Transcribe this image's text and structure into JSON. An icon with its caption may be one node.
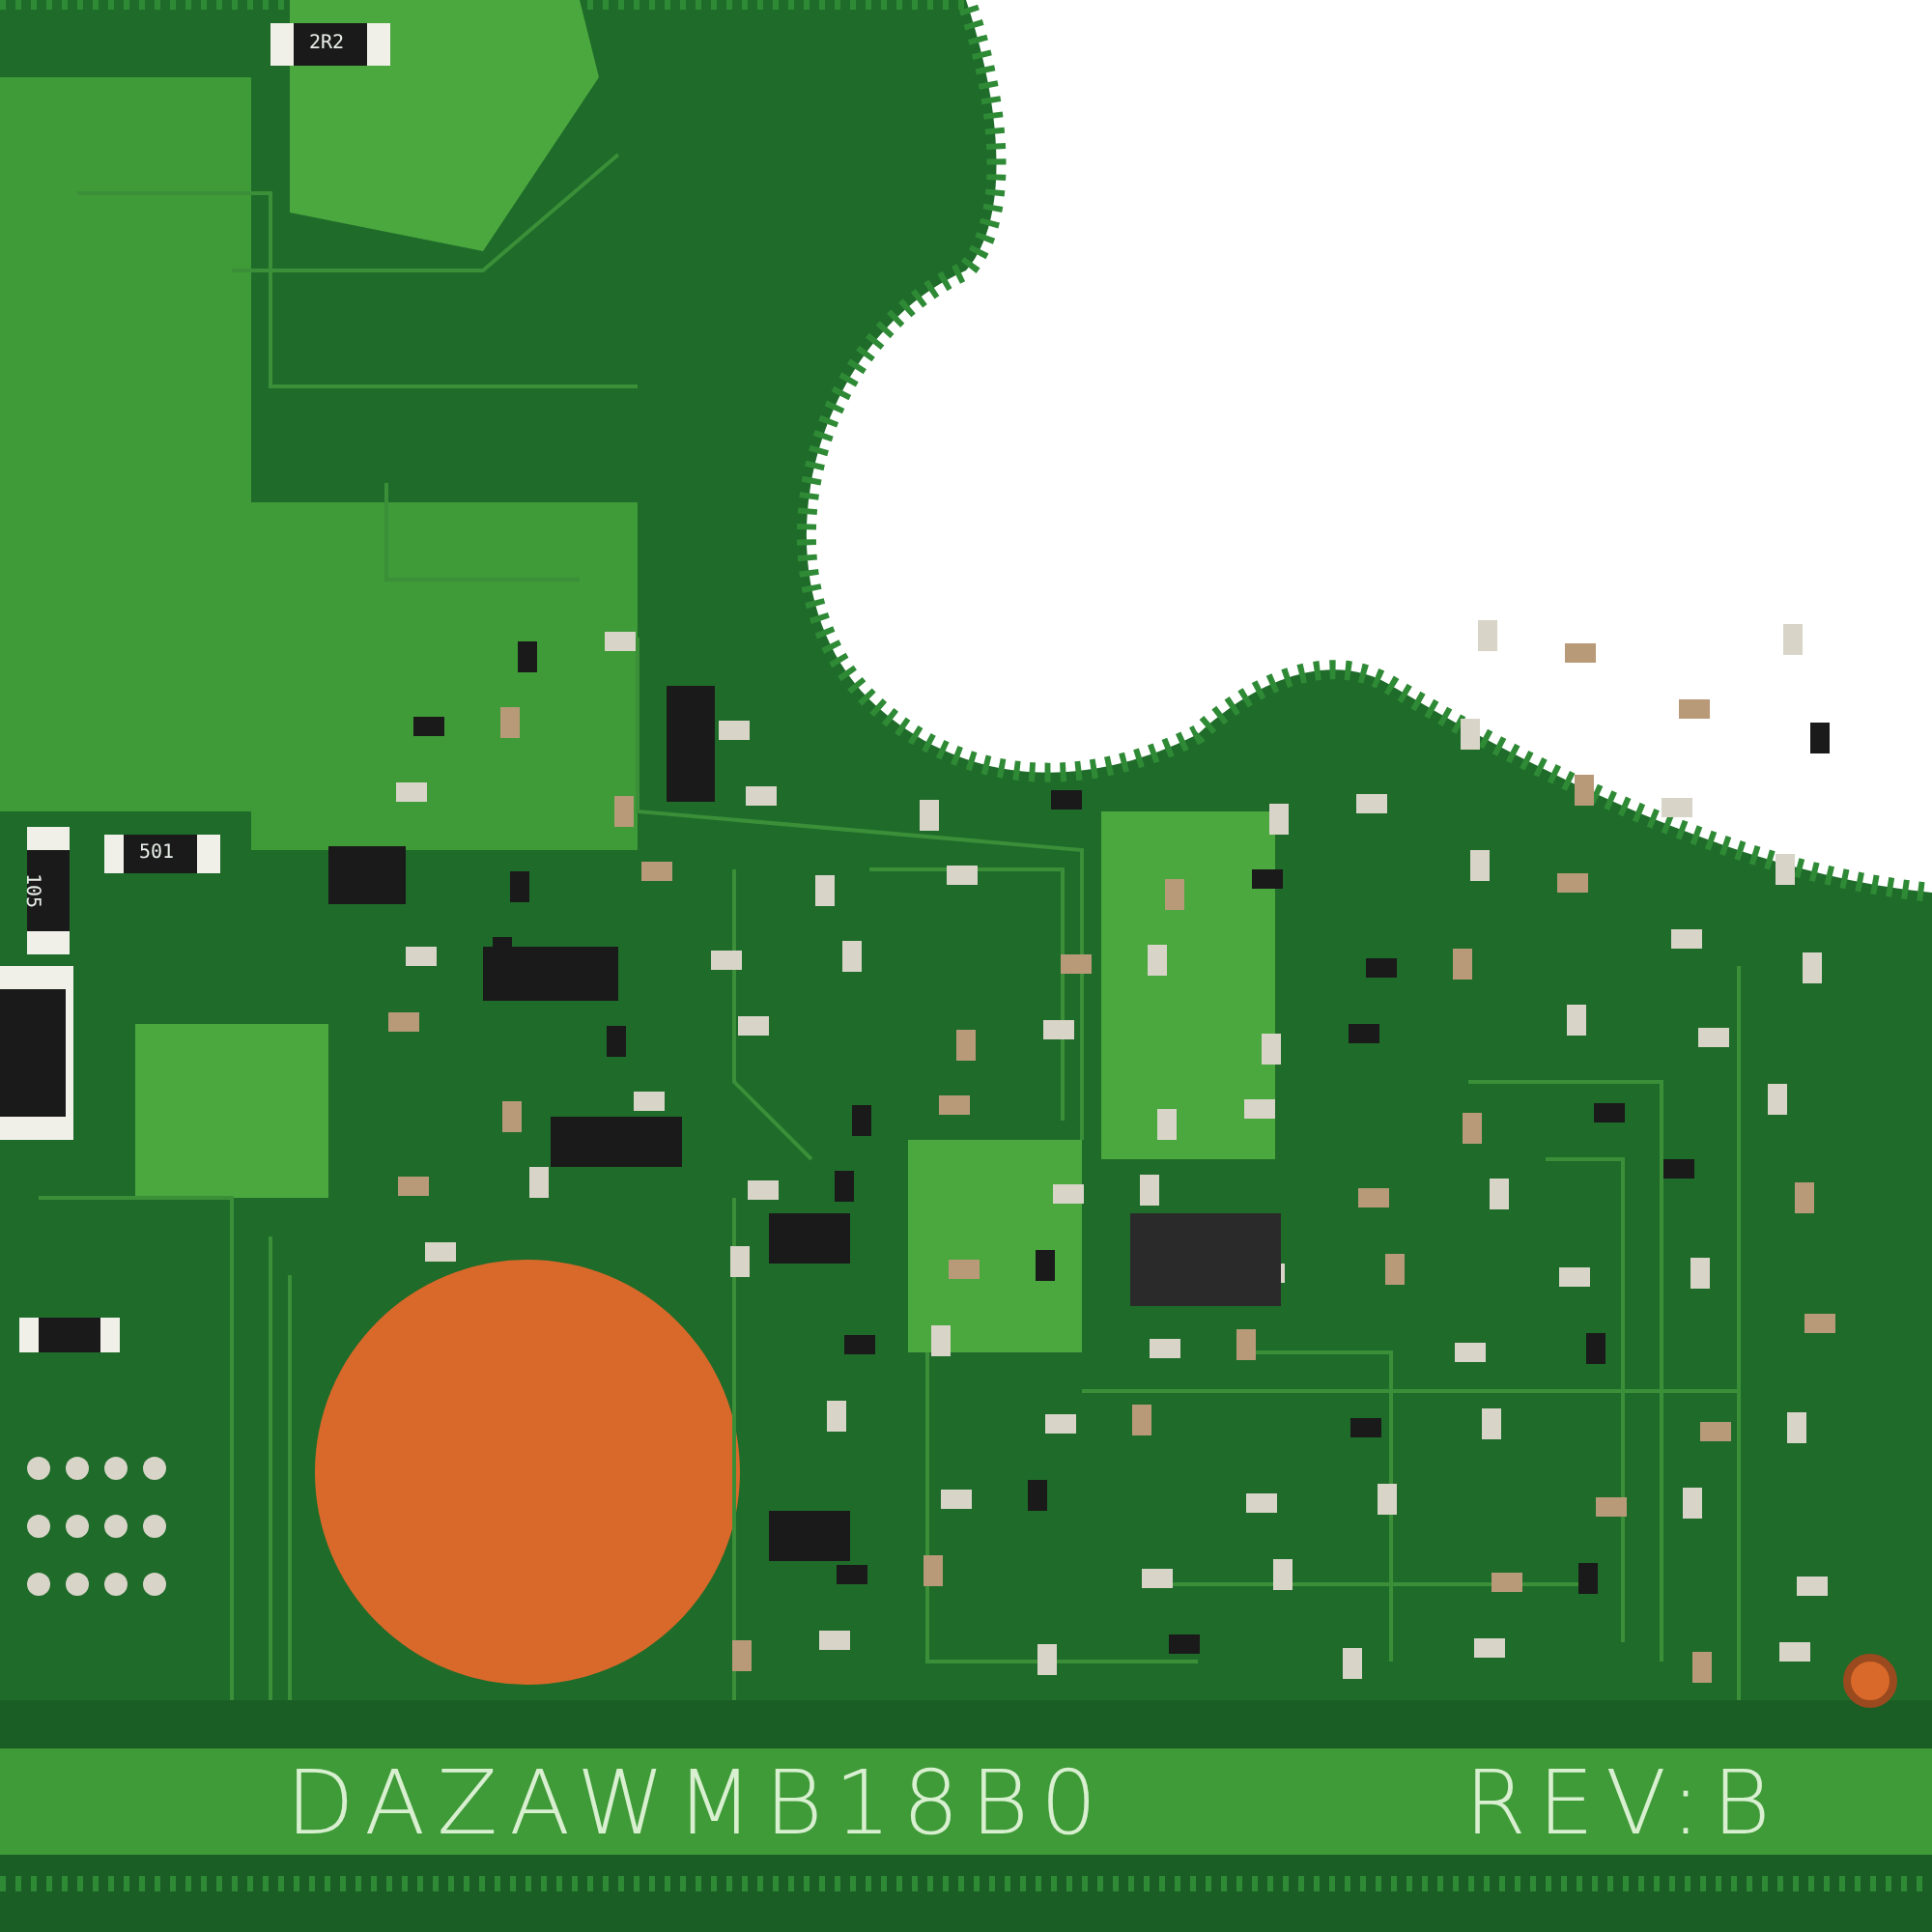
{
  "diagram": {
    "labels": [
      "2R2",
      "105",
      "501",
      "DAZAWMB18B0",
      "REV:B"
    ]
  }
}
